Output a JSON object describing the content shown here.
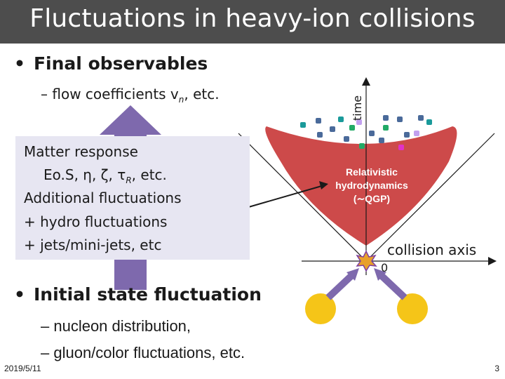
{
  "header": {
    "title": "Fluctuations in heavy-ion collisions"
  },
  "bullets": {
    "dot": "•",
    "final": "Final observables",
    "final_sub_prefix": "– flow coefficients v",
    "final_sub_subscript": "n",
    "final_sub_suffix": ", etc.",
    "initial": "Initial state fluctuation",
    "initial_sub": [
      "– nucleon distribution,",
      "– gluon/color fluctuations, etc."
    ]
  },
  "matter_response": {
    "title": "Matter response",
    "eos_prefix": "Eo.S, η, ζ, τ",
    "eos_subscript": "R",
    "eos_suffix": ", etc.",
    "additional": "Additional fluctuations",
    "hydro_fluct": "+ hydro fluctuations",
    "jets": "+ jets/mini-jets, etc"
  },
  "diagram": {
    "time_label": "time",
    "hydro_lines": [
      "Relativistic",
      "hydrodynamics",
      "(∼QGP)"
    ],
    "collision_axis": "collision axis",
    "origin": "0",
    "colors": {
      "fireball": "#cd4a4a",
      "arrow": "#7e69ad",
      "nucleus": "#f5c518",
      "particles": [
        "#1a9a9a",
        "#4a6a9a",
        "#22aa66",
        "#c2a0f0",
        "#e032c8"
      ]
    },
    "icons": [
      "up-arrow-icon",
      "nucleus-icon",
      "collision-star-icon",
      "particle-dot-icon"
    ]
  },
  "footer": {
    "date": "2019/5/11",
    "page": "3"
  }
}
